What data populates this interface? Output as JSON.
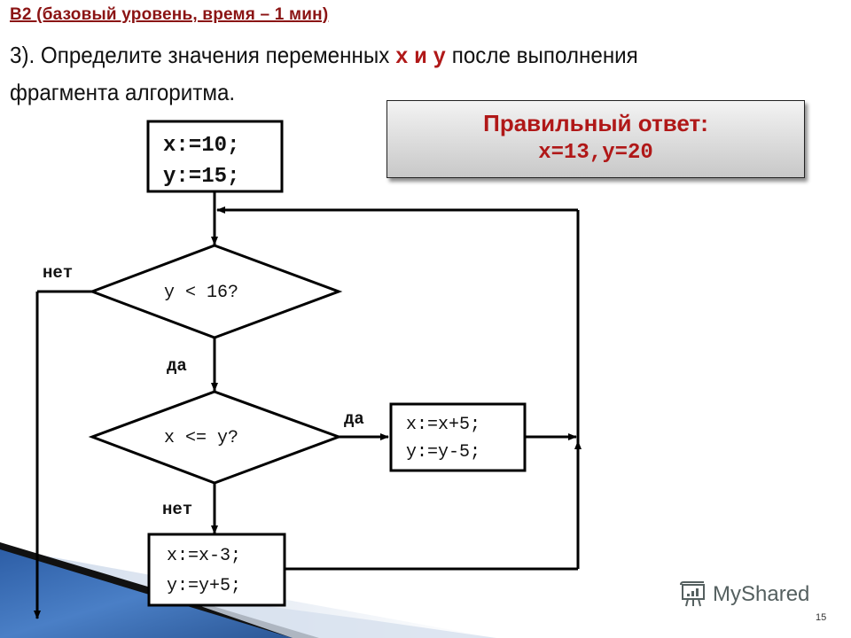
{
  "slide": {
    "title": "B2 (базовый  уровень, время – 1 мин)",
    "question": {
      "prefix": "3). Определите значения переменных",
      "var_x": "x",
      "conj": "и",
      "var_y": "y",
      "suffix": "после выполнения фрагмента алгоритма."
    },
    "answer_box": {
      "label": "Правильный ответ:",
      "value": "x=13,y=20"
    },
    "page_number": "15",
    "watermark": "MyShared"
  },
  "flowchart": {
    "init_block": {
      "line1": "x:=10;",
      "line2": "y:=15;"
    },
    "decision1": {
      "condition": "y < 16?",
      "yes_label": "да",
      "no_label": "нет"
    },
    "decision2": {
      "condition": "x <= y?",
      "yes_label": "да",
      "no_label": "нет"
    },
    "yes_block": {
      "line1": "x:=x+5;",
      "line2": "y:=y-5;"
    },
    "no_block": {
      "line1": "x:=x-3;",
      "line2": "y:=y+5;"
    }
  },
  "colors": {
    "accent_red": "#b01818",
    "title_red": "#8b1414",
    "footer_blue": "#3a6bb0"
  }
}
